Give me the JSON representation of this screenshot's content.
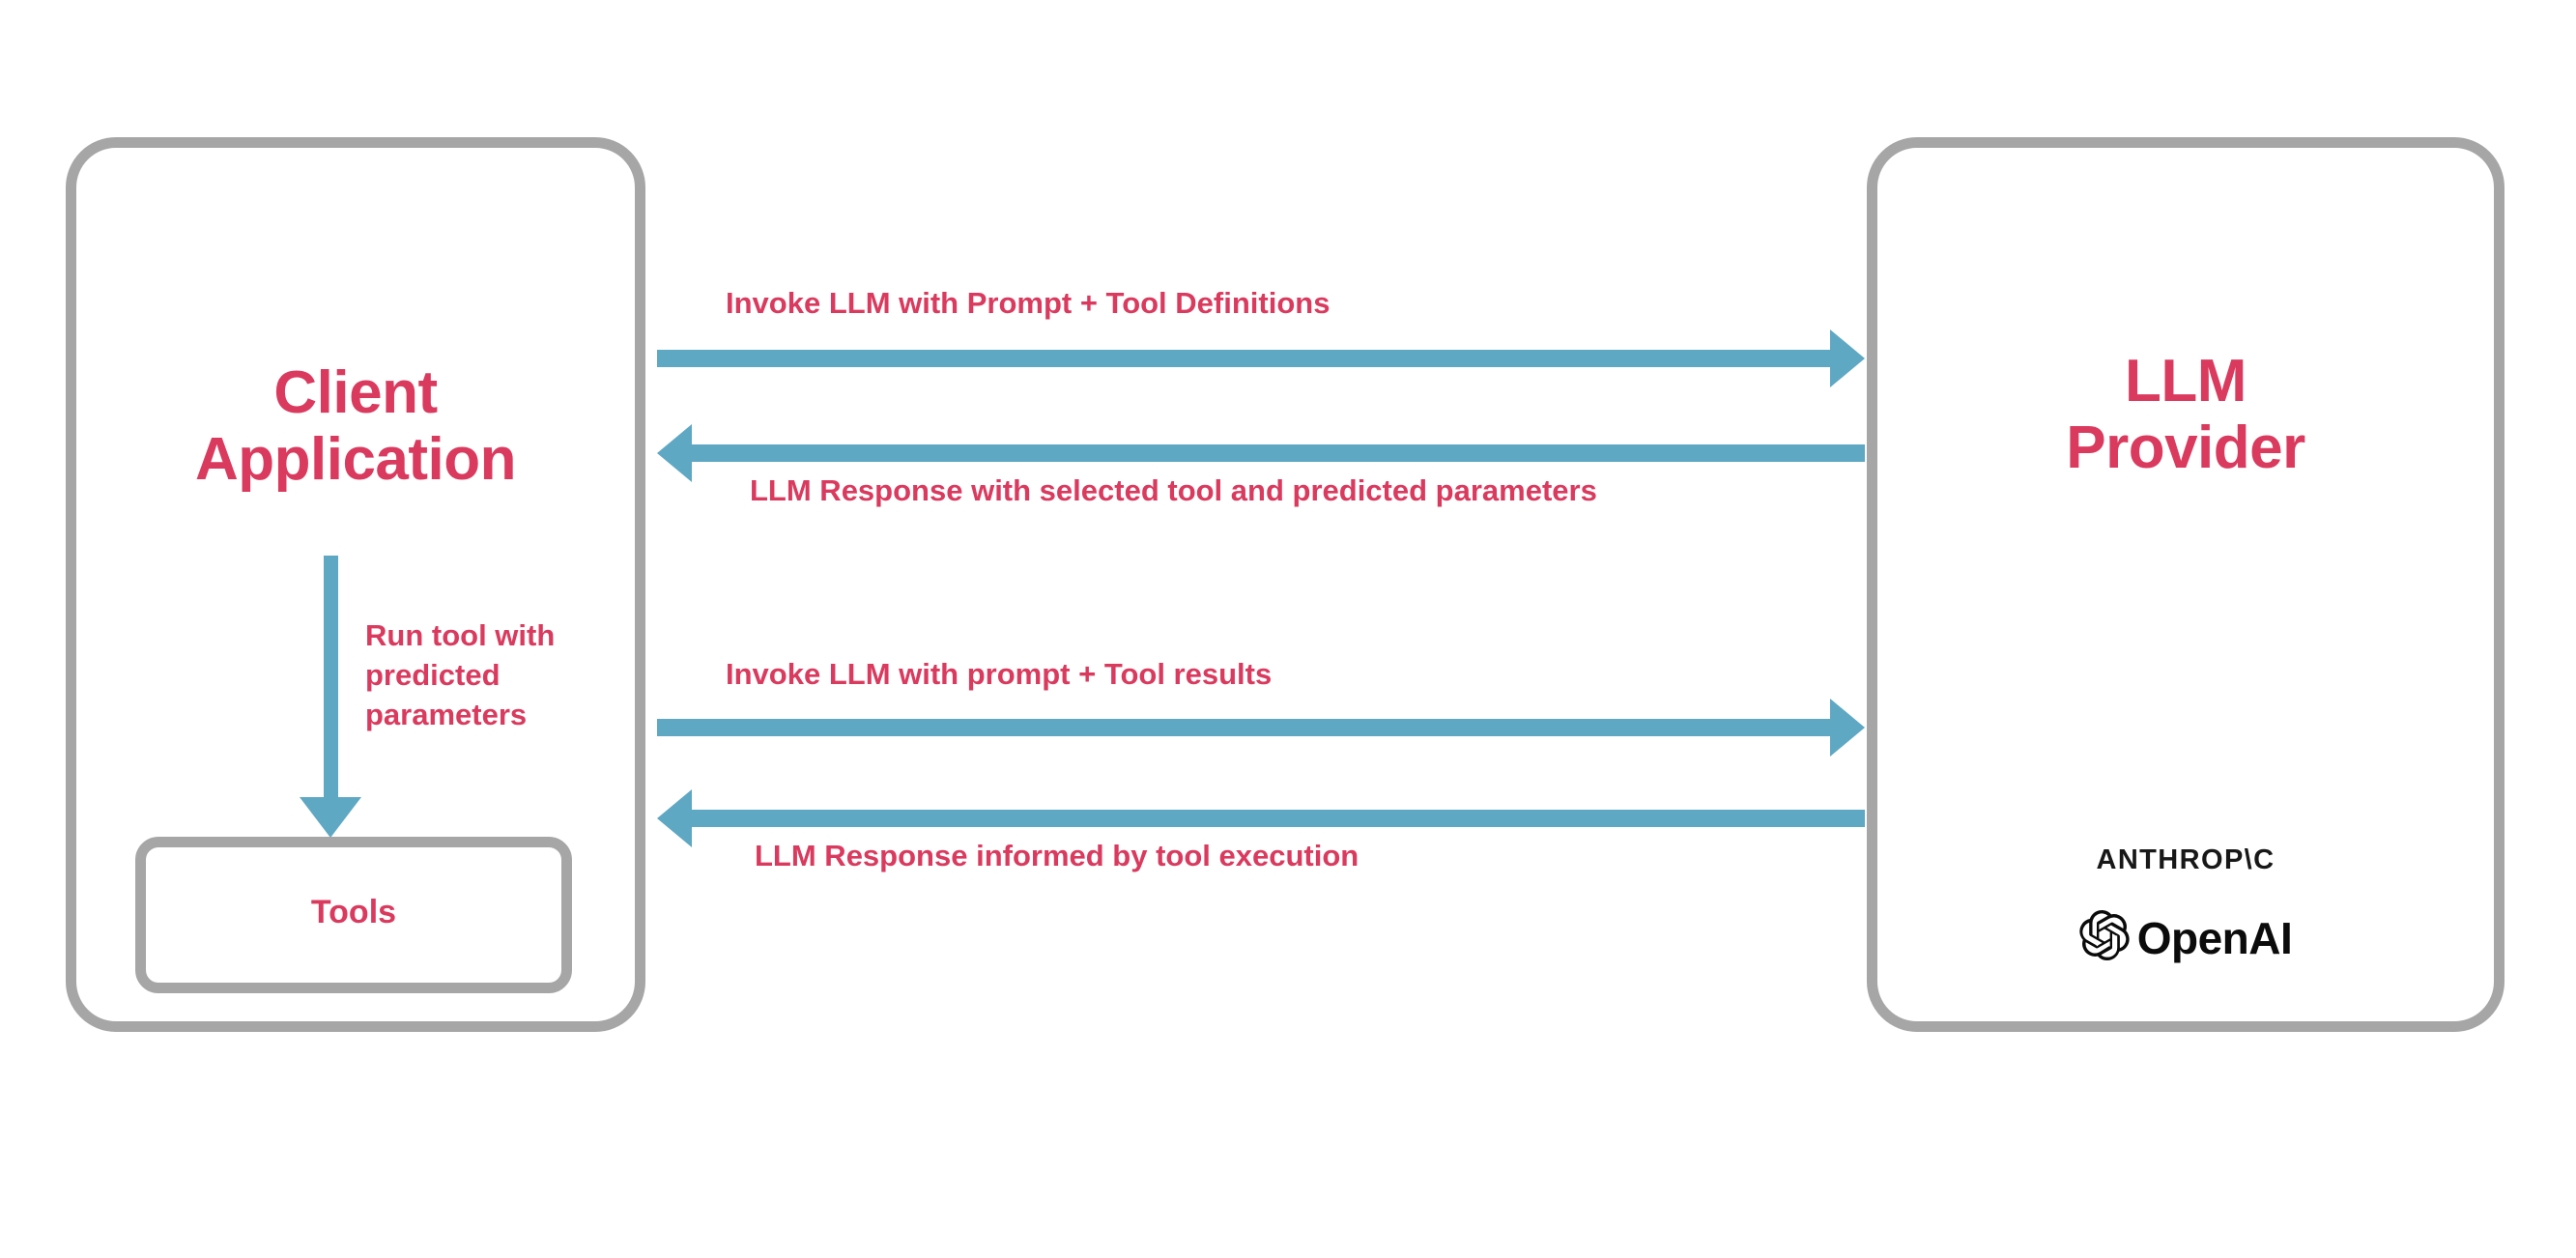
{
  "diagram": {
    "title_client": "Client\nApplication",
    "title_provider": "LLM\nProvider",
    "tools_label": "Tools",
    "colors": {
      "accent_text": "#da3a5e",
      "arrow": "#5fa8c4",
      "box_border": "#a6a6a6",
      "logo_text": "#181818",
      "background": "#ffffff"
    }
  },
  "arrows": {
    "invoke_1": "Invoke LLM with Prompt + Tool Definitions",
    "response_1": "LLM Response with selected tool and predicted parameters",
    "invoke_2": "Invoke LLM with prompt + Tool results",
    "response_2": "LLM Response informed by tool execution",
    "run_tool": "Run tool with\npredicted\nparameters"
  },
  "logos": {
    "anthropic": "ANTHROP\\C",
    "openai": "OpenAI",
    "anthropic_icon": "anthropic-wordmark",
    "openai_icon": "openai-knot-icon"
  }
}
